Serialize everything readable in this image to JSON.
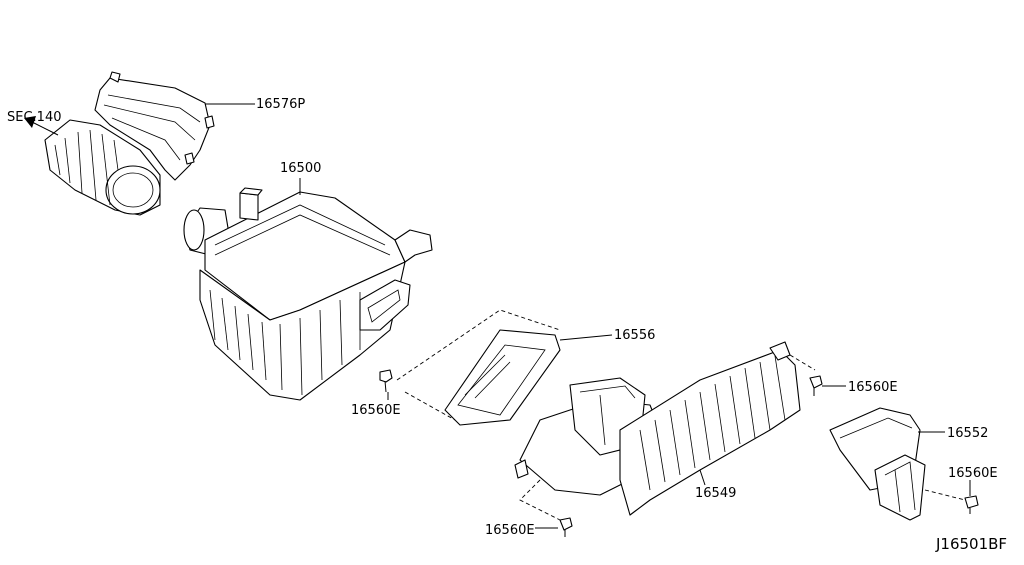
{
  "labels": {
    "sec": "SEC.140",
    "p16576P": "16576P",
    "p16500": "16500",
    "p16556": "16556",
    "p16560E_a": "16560E",
    "p16560E_b": "16560E",
    "p16560E_c": "16560E",
    "p16560E_d": "16560E",
    "p16552": "16552",
    "p16549": "16549"
  },
  "diagram_id": "J16501BF"
}
